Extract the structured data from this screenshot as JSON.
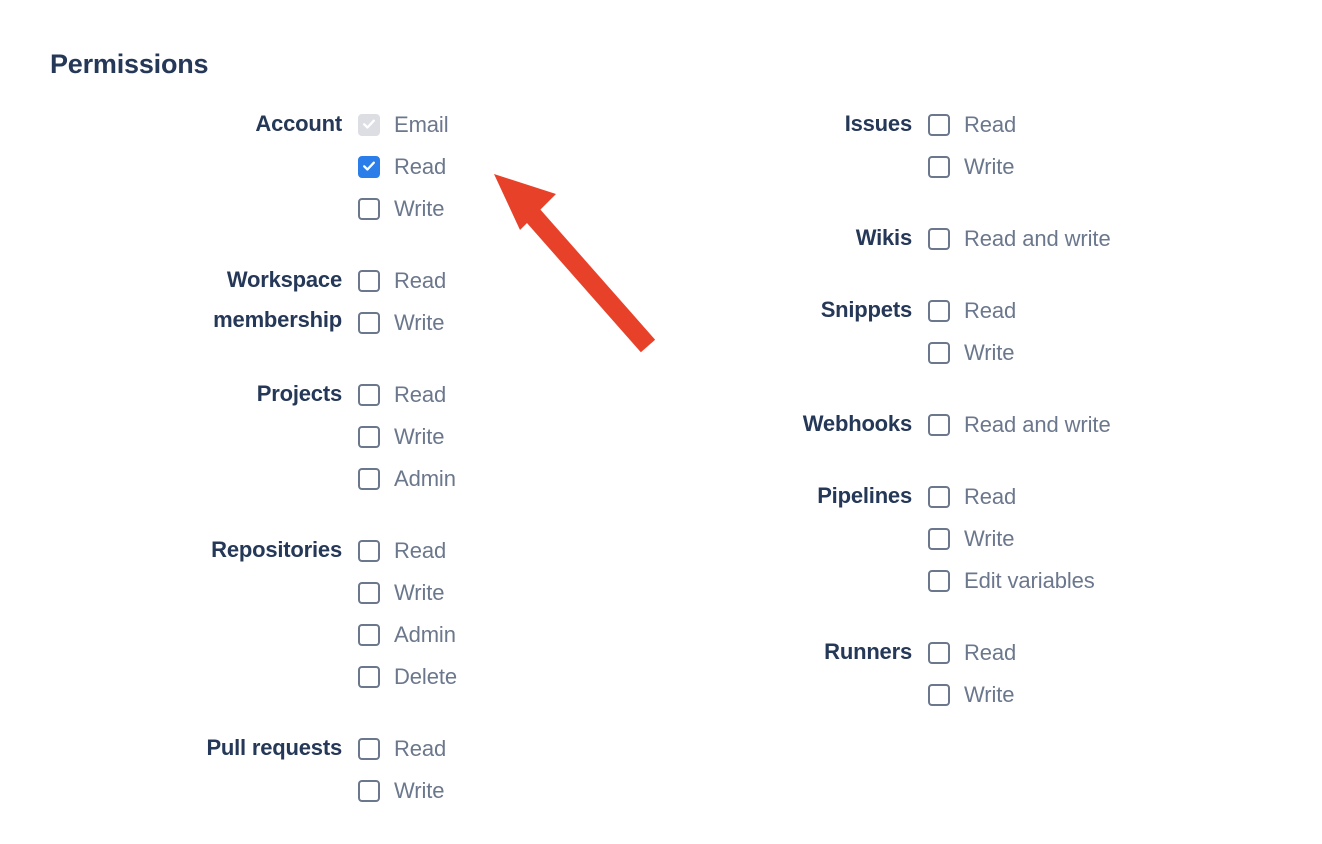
{
  "page": {
    "title": "Permissions",
    "background_color": "#ffffff",
    "heading_color": "#253858",
    "label_color": "#6b778c",
    "checkbox_checked_color": "#2b7de9",
    "checkbox_disabled_color": "#dcdee3",
    "annotation_arrow_color": "#e8412a"
  },
  "annotation": {
    "arrow_icon": "arrow-up-left-icon",
    "color": "#e8412a"
  },
  "columns": {
    "left": [
      {
        "label": "Account",
        "label_lines": [
          "Account"
        ],
        "options": [
          {
            "label": "Email",
            "state": "checked-disabled"
          },
          {
            "label": "Read",
            "state": "checked"
          },
          {
            "label": "Write",
            "state": "unchecked"
          }
        ]
      },
      {
        "label": "Workspace membership",
        "label_lines": [
          "Workspace",
          "membership"
        ],
        "options": [
          {
            "label": "Read",
            "state": "unchecked"
          },
          {
            "label": "Write",
            "state": "unchecked"
          }
        ]
      },
      {
        "label": "Projects",
        "label_lines": [
          "Projects"
        ],
        "options": [
          {
            "label": "Read",
            "state": "unchecked"
          },
          {
            "label": "Write",
            "state": "unchecked"
          },
          {
            "label": "Admin",
            "state": "unchecked"
          }
        ]
      },
      {
        "label": "Repositories",
        "label_lines": [
          "Repositories"
        ],
        "options": [
          {
            "label": "Read",
            "state": "unchecked"
          },
          {
            "label": "Write",
            "state": "unchecked"
          },
          {
            "label": "Admin",
            "state": "unchecked"
          },
          {
            "label": "Delete",
            "state": "unchecked"
          }
        ]
      },
      {
        "label": "Pull requests",
        "label_lines": [
          "Pull requests"
        ],
        "options": [
          {
            "label": "Read",
            "state": "unchecked"
          },
          {
            "label": "Write",
            "state": "unchecked"
          }
        ]
      }
    ],
    "right": [
      {
        "label": "Issues",
        "label_lines": [
          "Issues"
        ],
        "options": [
          {
            "label": "Read",
            "state": "unchecked"
          },
          {
            "label": "Write",
            "state": "unchecked"
          }
        ]
      },
      {
        "label": "Wikis",
        "label_lines": [
          "Wikis"
        ],
        "options": [
          {
            "label": "Read and write",
            "state": "unchecked"
          }
        ]
      },
      {
        "label": "Snippets",
        "label_lines": [
          "Snippets"
        ],
        "options": [
          {
            "label": "Read",
            "state": "unchecked"
          },
          {
            "label": "Write",
            "state": "unchecked"
          }
        ]
      },
      {
        "label": "Webhooks",
        "label_lines": [
          "Webhooks"
        ],
        "options": [
          {
            "label": "Read and write",
            "state": "unchecked"
          }
        ]
      },
      {
        "label": "Pipelines",
        "label_lines": [
          "Pipelines"
        ],
        "options": [
          {
            "label": "Read",
            "state": "unchecked"
          },
          {
            "label": "Write",
            "state": "unchecked"
          },
          {
            "label": "Edit variables",
            "state": "unchecked"
          }
        ]
      },
      {
        "label": "Runners",
        "label_lines": [
          "Runners"
        ],
        "options": [
          {
            "label": "Read",
            "state": "unchecked"
          },
          {
            "label": "Write",
            "state": "unchecked"
          }
        ]
      }
    ]
  }
}
